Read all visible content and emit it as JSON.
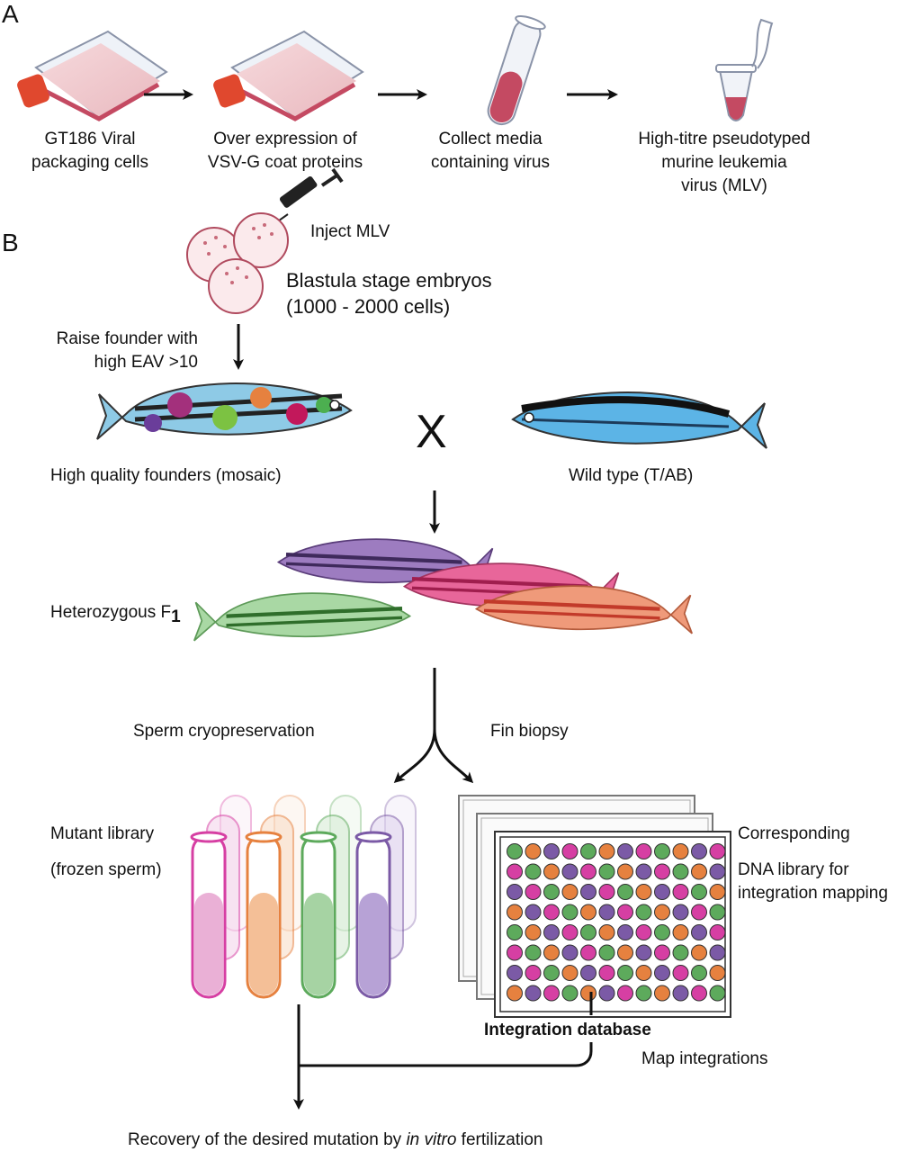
{
  "panels": {
    "a": "A",
    "b": "B"
  },
  "steps": {
    "s1": {
      "line1": "GT186 Viral",
      "line2": "packaging cells"
    },
    "s2": {
      "line1": "Over expression of",
      "line2": "VSV-G coat proteins"
    },
    "s3": {
      "line1": "Collect media",
      "line2": "containing virus"
    },
    "s4": {
      "line1": "High-titre pseudotyped",
      "line2": "murine leukemia",
      "line3": "virus (MLV)"
    }
  },
  "labels": {
    "inject": "Inject  MLV",
    "blastula_1": "Blastula stage embryos",
    "blastula_2": "(1000 - 2000 cells)",
    "raise_1": "Raise founder with",
    "raise_2": "high EAV >10",
    "founders": "High quality founders (mosaic)",
    "cross": "X",
    "wildtype": "Wild type (T/AB)",
    "het": "Heterozygous F",
    "het_sub": "1",
    "sperm": "Sperm cryopreservation",
    "fin": "Fin biopsy",
    "mutant_1": "Mutant library",
    "mutant_2": "(frozen sperm)",
    "corr_1": "Corresponding",
    "corr_2": "DNA library for",
    "corr_3": "integration mapping",
    "database": "Integration database",
    "map": "Map integrations",
    "recovery_pre": "Recovery of the desired mutation by ",
    "recovery_em": "in vitro",
    "recovery_post": " fertilization"
  },
  "colors": {
    "flask_cap": "#e0482e",
    "media": "#c44a62",
    "tube_magenta": "#d63fa3",
    "tube_orange": "#e6813f",
    "tube_green": "#5daa5c",
    "tube_purple": "#7b5aa6",
    "fish_blue": "#5cb4e6",
    "fish_purple": "#9d7cc0",
    "fish_pink": "#e8669a",
    "fish_salmon": "#ef9a7a",
    "fish_green": "#a9d8a4"
  },
  "icons": [
    "flask-icon",
    "test-tube-icon",
    "microtube-icon",
    "syringe-icon",
    "embryo-icon",
    "zebrafish-icon",
    "well-plate-icon"
  ]
}
